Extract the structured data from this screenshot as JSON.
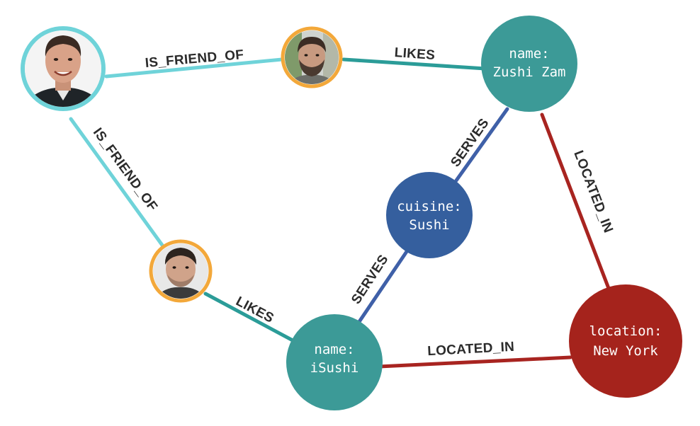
{
  "colors": {
    "friend_edge": "#6fd3d9",
    "likes_edge": "#2b9c98",
    "serves_edge": "#3f60a8",
    "located_edge": "#a82420",
    "restaurant_node": "#3c9a97",
    "cuisine_node": "#355f9e",
    "location_node": "#a5231c",
    "person_ring_orange": "#f3a83a",
    "person_ring_teal": "#6fd3d9"
  },
  "nodes": {
    "person_main": {
      "kind": "person",
      "icon": "person-photo-bald-man-icon"
    },
    "person_beard": {
      "kind": "person",
      "icon": "person-photo-bearded-man-icon"
    },
    "person_young": {
      "kind": "person",
      "icon": "person-photo-young-man-icon"
    },
    "zushi_zam": {
      "line1": "name:",
      "line2": "Zushi Zam"
    },
    "cuisine_sushi": {
      "line1": "cuisine:",
      "line2": "Sushi"
    },
    "isushi": {
      "line1": "name:",
      "line2": "iSushi"
    },
    "new_york": {
      "line1": "location:",
      "line2": "New York"
    }
  },
  "edges": {
    "friend_top": "IS_FRIEND_OF",
    "friend_left": "IS_FRIEND_OF",
    "likes_top": "LIKES",
    "likes_bottom": "LIKES",
    "serves_top": "SERVES",
    "serves_bottom": "SERVES",
    "located_right": "LOCATED_IN",
    "located_bottom": "LOCATED_IN"
  }
}
